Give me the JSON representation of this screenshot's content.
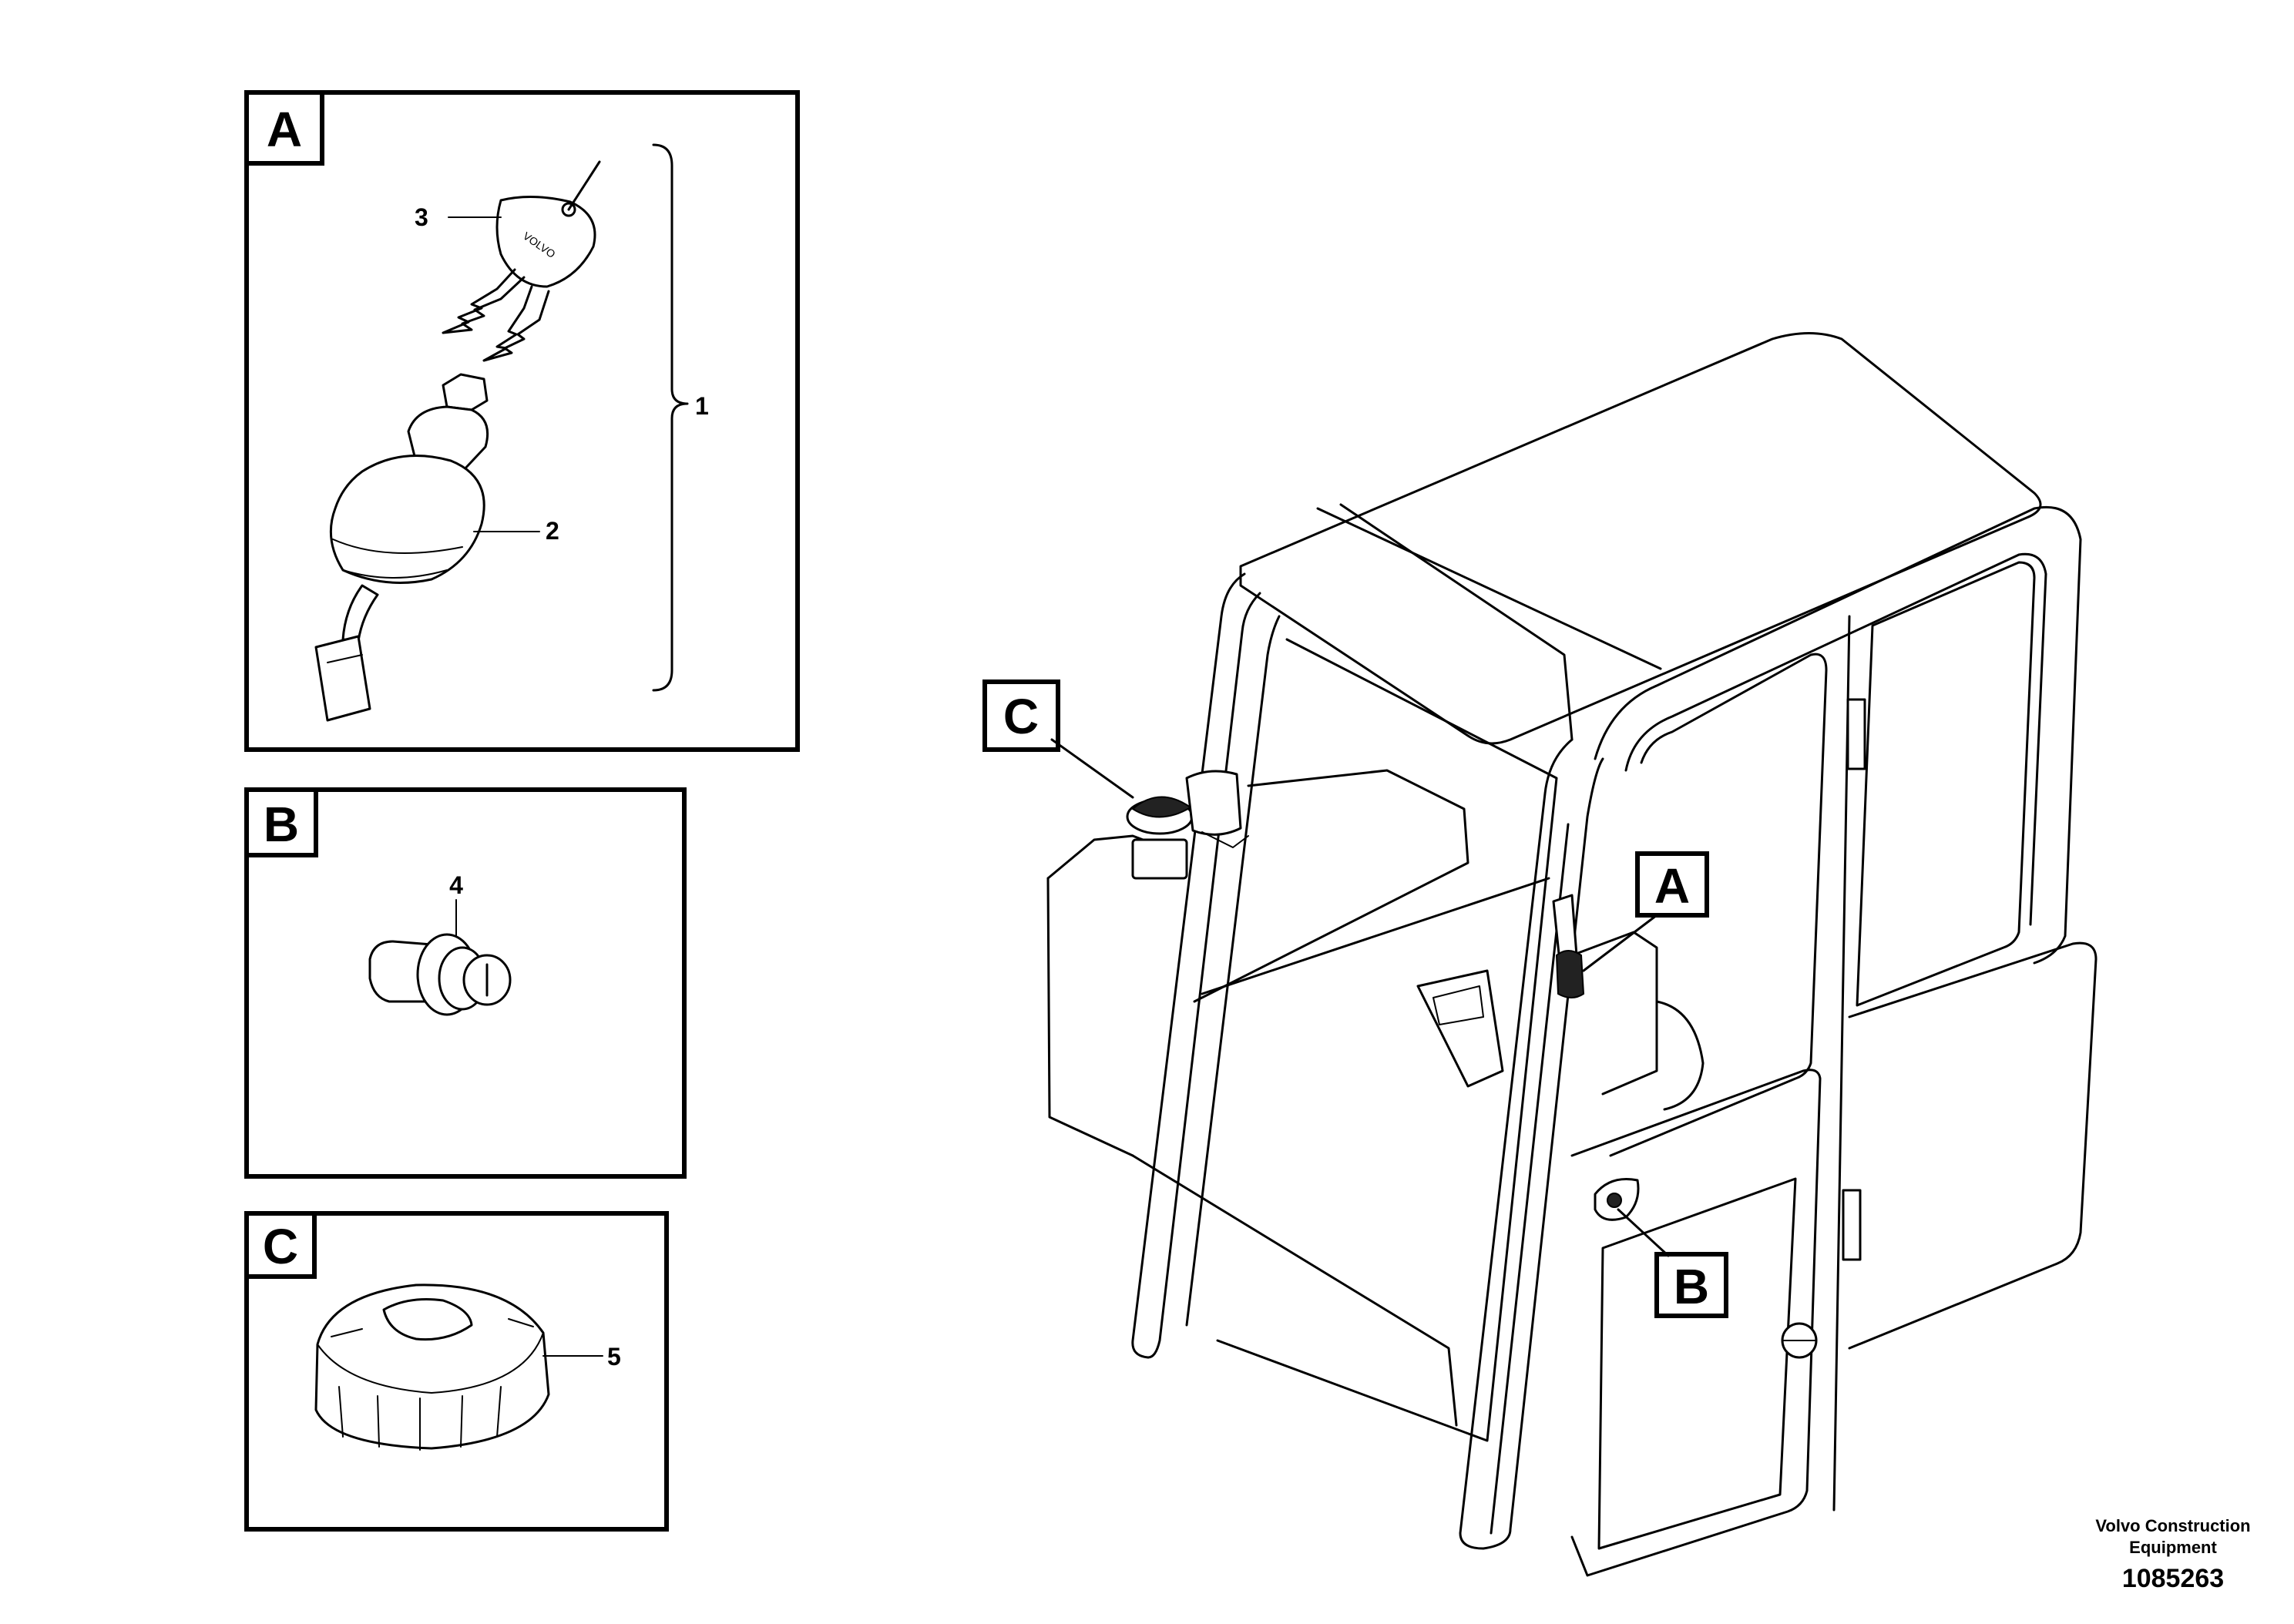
{
  "panels": {
    "a": {
      "letter": "A",
      "callouts": [
        "3",
        "2",
        "1"
      ]
    },
    "b": {
      "letter": "B",
      "callouts": [
        "4"
      ]
    },
    "c": {
      "letter": "C",
      "callouts": [
        "5"
      ]
    }
  },
  "key_fob": {
    "brand": "VOLVO"
  },
  "cab_markers": {
    "a": "A",
    "b": "B",
    "c": "C"
  },
  "footer": {
    "company_line1": "Volvo Construction",
    "company_line2": "Equipment",
    "figure_number": "1085263"
  }
}
